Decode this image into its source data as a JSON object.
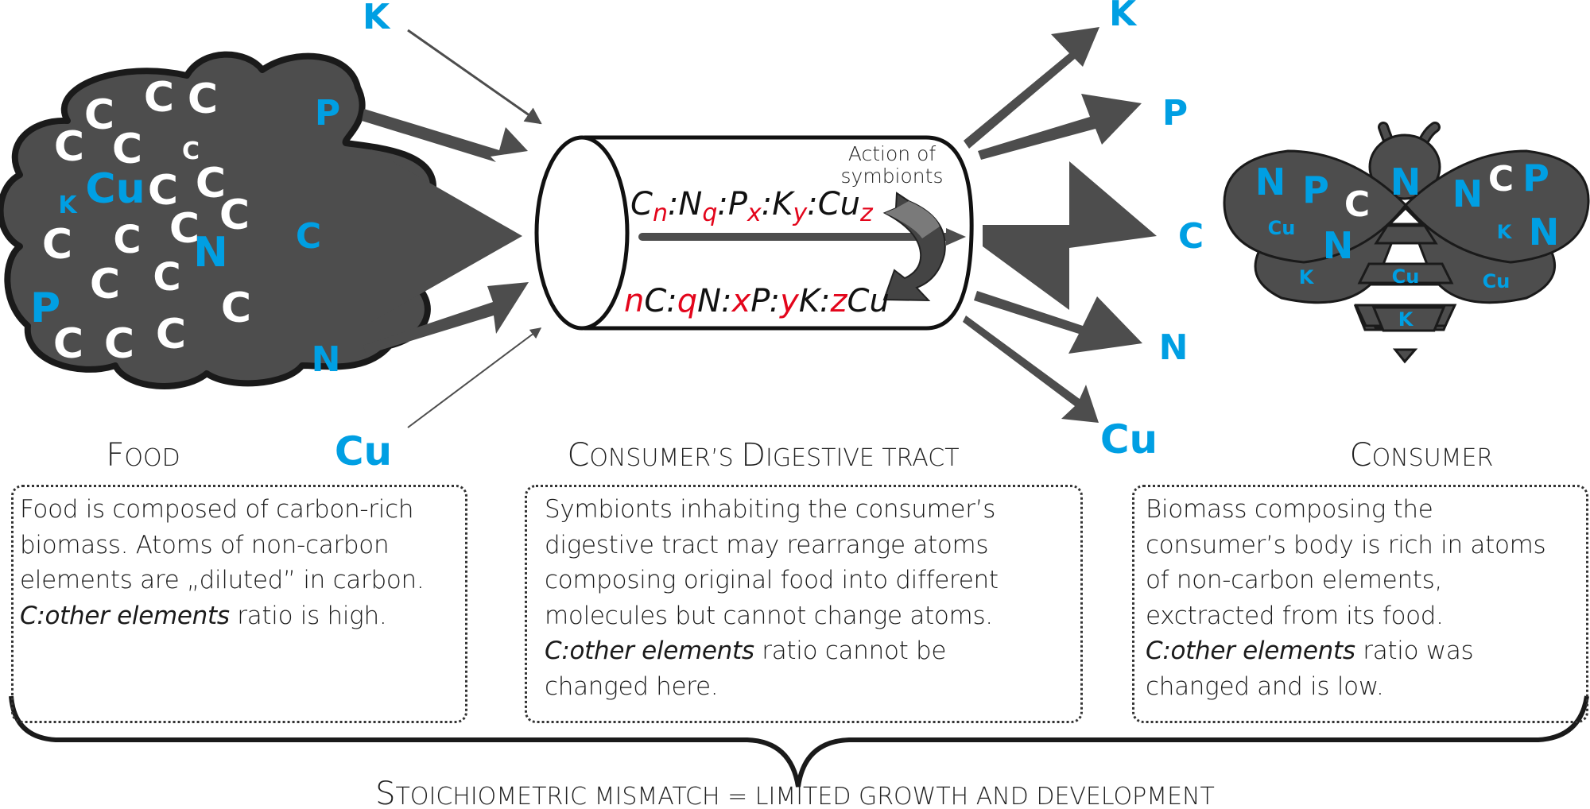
{
  "colors": {
    "element_blue": "#009fe3",
    "variable_red": "#e3051b",
    "shape_gray": "#4d4d4d",
    "outline": "#1a1a1a"
  },
  "food": {
    "heading_initial": "F",
    "heading_rest": "OOD",
    "atoms": [
      "C",
      "C",
      "C",
      "C",
      "C",
      "C",
      "K",
      "Cu",
      "C",
      "C",
      "C",
      "C",
      "C",
      "N",
      "C",
      "C",
      "C",
      "P",
      "C",
      "C",
      "C",
      "C",
      "C"
    ],
    "description_lines": [
      {
        "plain": "Food is composed of carbon-rich"
      },
      {
        "plain": "biomass. Atoms of non-carbon"
      },
      {
        "plain": "elements are „diluted” in carbon."
      },
      {
        "italic": "C:other elements",
        "plain": " ratio is high."
      }
    ]
  },
  "input_arrows": {
    "labels": [
      "K",
      "P",
      "C",
      "N",
      "Cu"
    ]
  },
  "tract": {
    "heading_part1_initial": "C",
    "heading_part1_rest": "ONSUMER’S ",
    "heading_part2_initial": "D",
    "heading_part2_rest": "IGESTIVE TRACT",
    "action_label_line1": "Action of",
    "action_label_line2": "symbionts",
    "formula_top": [
      {
        "base": "C",
        "sub": "n"
      },
      {
        "base": ":N",
        "sub": "q"
      },
      {
        "base": ":P",
        "sub": "x"
      },
      {
        "base": ":K",
        "sub": "y"
      },
      {
        "base": ":Cu",
        "sub": "z"
      }
    ],
    "formula_bottom": [
      {
        "coef": "n",
        "base": "C:"
      },
      {
        "coef": "q",
        "base": "N:"
      },
      {
        "coef": "x",
        "base": "P:"
      },
      {
        "coef": "y",
        "base": "K:"
      },
      {
        "coef": "z",
        "base": "Cu"
      }
    ],
    "description_lines": [
      {
        "plain": "Symbionts inhabiting the consumer’s"
      },
      {
        "plain": "digestive tract may rearrange atoms"
      },
      {
        "plain": "composing original food into different"
      },
      {
        "plain": "molecules but cannot change atoms."
      },
      {
        "italic": "C:other elements",
        "plain": " ratio cannot be"
      },
      {
        "plain": "changed here."
      }
    ]
  },
  "output_arrows": {
    "labels": [
      "K",
      "P",
      "C",
      "N",
      "Cu"
    ]
  },
  "consumer": {
    "heading_initial": "C",
    "heading_rest": "ONSUMER",
    "atoms": [
      "N",
      "P",
      "C",
      "Cu",
      "N",
      "K",
      "N",
      "N",
      "C",
      "P",
      "K",
      "N",
      "Cu",
      "Cu",
      "K"
    ],
    "description_lines": [
      {
        "plain": "Biomass composing the"
      },
      {
        "plain": "consumer’s body is rich in atoms"
      },
      {
        "plain": "of non-carbon elements,"
      },
      {
        "plain": "exctracted from its food."
      },
      {
        "italic": "C:other elements",
        "plain": " ratio was"
      },
      {
        "plain": "changed and is low."
      }
    ]
  },
  "conclusion": {
    "initial": "S",
    "rest": "TOICHIOMETRIC MISMATCH = LIMITED GROWTH AND DEVELOPMENT"
  }
}
